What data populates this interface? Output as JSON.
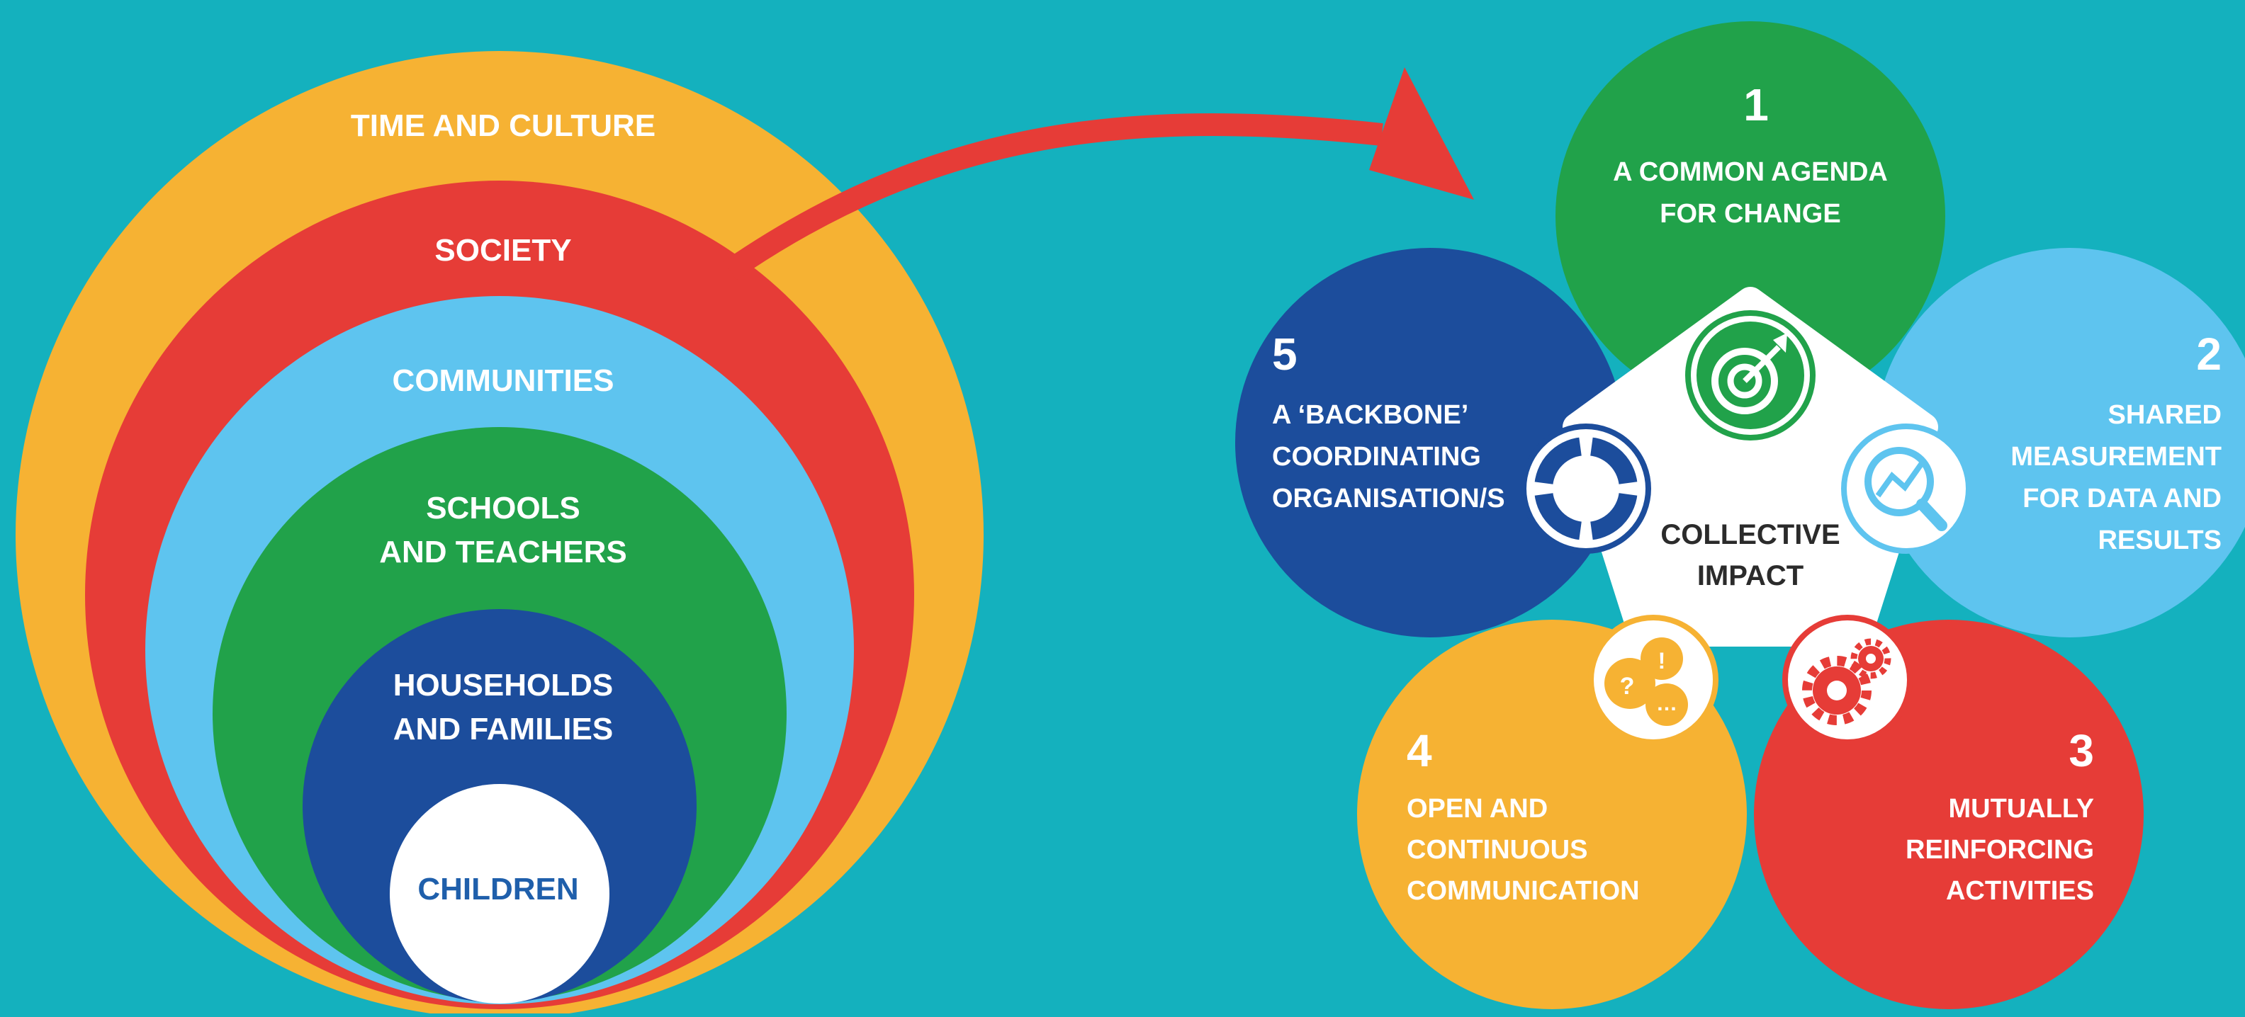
{
  "colors": {
    "background": "#14b1be",
    "yellow": "#f6b233",
    "red": "#e63c37",
    "light_blue": "#5ec4ef",
    "green": "#21a24a",
    "dark_blue": "#1c4d9c",
    "white": "#ffffff"
  },
  "ecological": {
    "rings": [
      {
        "label": "TIME AND CULTURE"
      },
      {
        "label": "SOCIETY"
      },
      {
        "label": "COMMUNITIES"
      },
      {
        "label_lines": [
          "SCHOOLS",
          "AND TEACHERS"
        ]
      },
      {
        "label_lines": [
          "HOUSEHOLDS",
          "AND FAMILIES"
        ]
      },
      {
        "label": "CHILDREN"
      }
    ]
  },
  "collective_impact": {
    "center_lines": [
      "COLLECTIVE",
      "IMPACT"
    ],
    "petals": [
      {
        "number": "1",
        "lines": [
          "A COMMON AGENDA",
          "FOR  CHANGE"
        ],
        "icon": "target-icon"
      },
      {
        "number": "2",
        "lines": [
          "SHARED",
          "MEASUREMENT",
          "FOR DATA  AND",
          "RESULTS"
        ],
        "icon": "chart-magnifier-icon"
      },
      {
        "number": "3",
        "lines": [
          "MUTUALLY",
          "REINFORCING",
          "ACTIVITIES"
        ],
        "icon": "gears-icon"
      },
      {
        "number": "4",
        "lines": [
          "OPEN AND",
          "CONTINUOUS",
          "COMMUNICATION"
        ],
        "icon": "speech-bubbles-icon"
      },
      {
        "number": "5",
        "lines": [
          "A ‘BACKBONE’",
          "COORDINATING",
          "ORGANISATION/S"
        ],
        "icon": "lifebuoy-icon"
      }
    ]
  }
}
